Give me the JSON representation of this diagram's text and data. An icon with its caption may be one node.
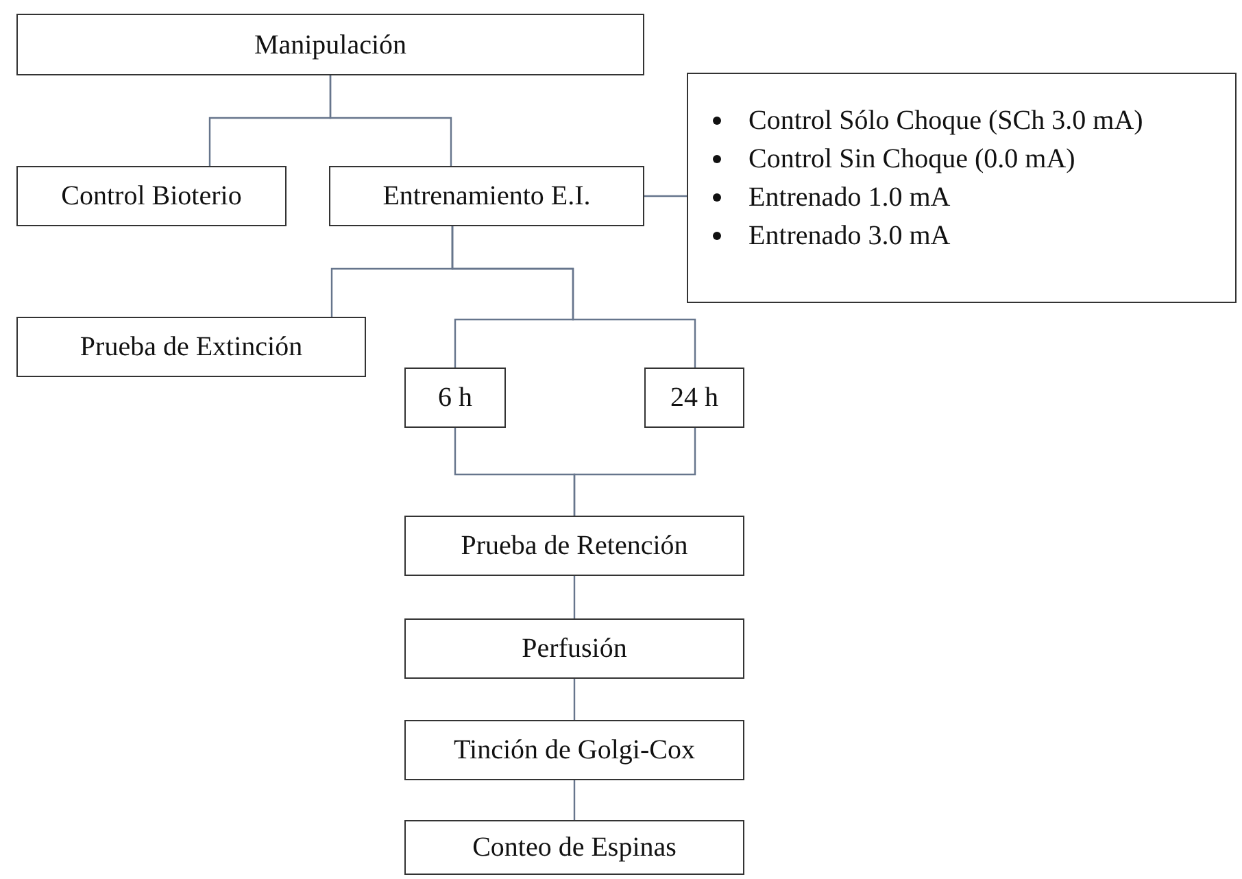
{
  "diagram": {
    "nodes": [
      {
        "text": [
          "Manipulación"
        ]
      },
      {
        "text": [
          "Control Bioterio"
        ]
      },
      {
        "text": [
          "Entrenamiento E.I."
        ]
      },
      {
        "text": [
          "Control Sólo Choque (SCh 3.0 mA)",
          "Control Sin Choque (0.0 mA)",
          "Entrenado 1.0 mA",
          "Entrenado 3.0 mA"
        ]
      },
      {
        "text": [
          "Prueba de Extinción"
        ]
      },
      {
        "text": [
          "6 h"
        ]
      },
      {
        "text": [
          "24 h"
        ]
      },
      {
        "text": [
          "Prueba de Retención"
        ]
      },
      {
        "text": [
          "Perfusión"
        ]
      },
      {
        "text": [
          "Tinción de Golgi-Cox"
        ]
      },
      {
        "text": [
          "Conteo de Espinas"
        ]
      }
    ],
    "edges": [
      {
        "from": 0,
        "to": 1,
        "arrow": "none"
      },
      {
        "from": 0,
        "to": 2,
        "arrow": "none"
      },
      {
        "from": 2,
        "to": 3,
        "arrow": "none"
      },
      {
        "from": 2,
        "to": 4,
        "arrow": "none"
      },
      {
        "from": 2,
        "to": 5,
        "arrow": "none"
      },
      {
        "from": 2,
        "to": 6,
        "arrow": "none"
      },
      {
        "from": 5,
        "to": 7,
        "arrow": "none"
      },
      {
        "from": 6,
        "to": 7,
        "arrow": "none"
      },
      {
        "from": 7,
        "to": 8,
        "arrow": "none"
      },
      {
        "from": 8,
        "to": 9,
        "arrow": "none"
      },
      {
        "from": 9,
        "to": 10,
        "arrow": "none"
      }
    ]
  }
}
